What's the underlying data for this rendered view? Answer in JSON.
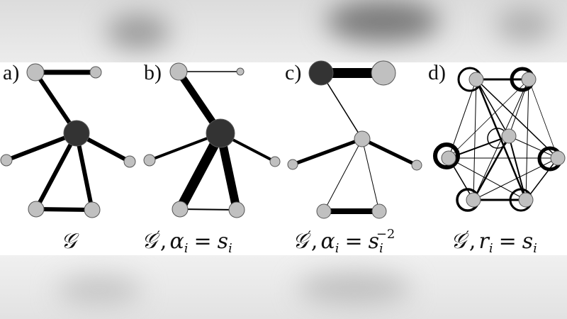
{
  "panels": [
    {
      "label": "a)",
      "caption": {
        "graph": "𝒢",
        "prime": "",
        "sep": "",
        "var": "",
        "sub": "",
        "eq": "",
        "rhs": "",
        "rhs_sub": "",
        "rhs_sup": ""
      }
    },
    {
      "label": "b)",
      "caption": {
        "graph": "𝒢",
        "prime": "′",
        "sep": ",",
        "var": "α",
        "sub": "i",
        "eq": "=",
        "rhs": "s",
        "rhs_sub": "i",
        "rhs_sup": ""
      }
    },
    {
      "label": "c)",
      "caption": {
        "graph": "𝒢",
        "prime": "′",
        "sep": ",",
        "var": "α",
        "sub": "i",
        "eq": "=",
        "rhs": "s",
        "rhs_sub": "i",
        "rhs_sup": "−2"
      }
    },
    {
      "label": "d)",
      "caption": {
        "graph": "𝒢",
        "prime": "′",
        "sep": ",",
        "var": "r",
        "sub": "i",
        "eq": "=",
        "rhs": "s",
        "rhs_sub": "i",
        "rhs_sup": ""
      }
    }
  ],
  "colors": {
    "hub_node": "#333333",
    "node": "#c0c0c0",
    "edge": "#000000",
    "background": "#ffffff"
  }
}
